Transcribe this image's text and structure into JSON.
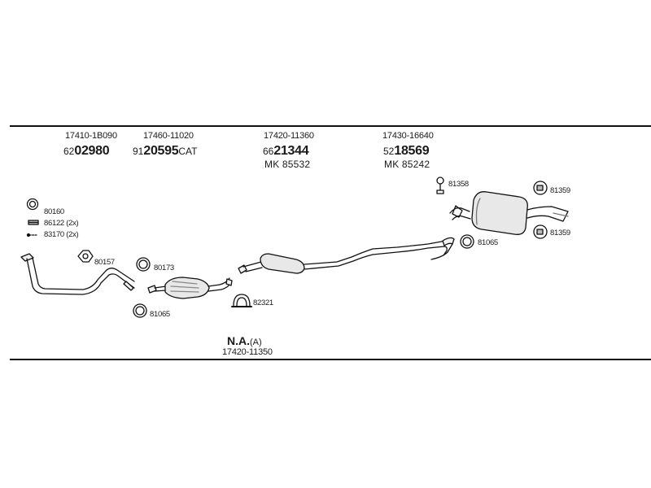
{
  "header": {
    "groups": [
      {
        "oe": "17410-1B090",
        "prefix": "62",
        "number": "02980",
        "suffix": ""
      },
      {
        "oe": "17460-11020",
        "prefix": "91",
        "number": "20595",
        "suffix": "CAT"
      },
      {
        "oe": "17420-11360",
        "prefix": "66",
        "number": "21344",
        "suffix": "",
        "mk": "MK  85532"
      },
      {
        "oe": "17430-16640",
        "prefix": "52",
        "number": "18569",
        "suffix": "",
        "mk": "MK  85242"
      }
    ]
  },
  "parts": {
    "p80160": "80160",
    "p86122": "86122 (2x)",
    "p83170": "83170 (2x)",
    "p80157": "80157",
    "p80173": "80173",
    "p81065_left": "81065",
    "p82321": "82321",
    "p81358": "81358",
    "p81359_top": "81359",
    "p81359_bottom": "81359",
    "p81065_right": "81065"
  },
  "footer": {
    "na_label": "N.A.",
    "na_note": "(A)",
    "oe": "17420-11350"
  },
  "colors": {
    "line": "#111111",
    "part_fill": "#f2f2f2",
    "shade": "#9a9a9a"
  }
}
